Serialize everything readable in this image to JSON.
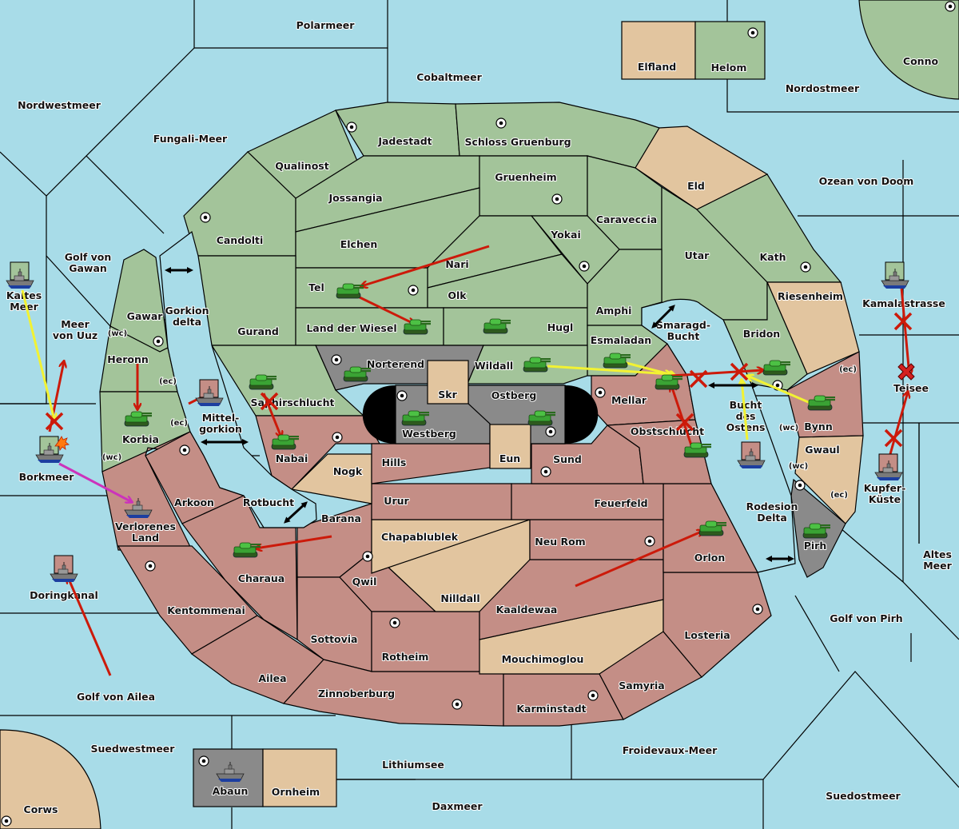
{
  "map": {
    "colors": {
      "sea": "#a8dce8",
      "green_power": "#a3c49a",
      "red_power": "#c48e86",
      "neutral": "#e2c59f",
      "grey_power": "#8a8a8a",
      "order_move": "#cc1a0a",
      "order_support": "#f2f233",
      "order_convoy": "#cc33bb",
      "impassable": "#000000"
    },
    "seas": [
      {
        "id": "polarmeer",
        "label": "Polarmeer"
      },
      {
        "id": "cobaltmeer",
        "label": "Cobaltmeer"
      },
      {
        "id": "nordwestmeer",
        "label": "Nordwestmeer"
      },
      {
        "id": "fungali-meer",
        "label": "Fungali-Meer"
      },
      {
        "id": "nordostmeer",
        "label": "Nordostmeer"
      },
      {
        "id": "ozean-von-doom",
        "label": "Ozean von Doom"
      },
      {
        "id": "golf-von-gawan",
        "label": "Golf von Gawan"
      },
      {
        "id": "gorkion-delta",
        "label": "Gorkion delta"
      },
      {
        "id": "kaltes-meer",
        "label": "Kaltes Meer"
      },
      {
        "id": "meer-von-uuz",
        "label": "Meer von Uuz"
      },
      {
        "id": "borkmeer",
        "label": "Borkmeer"
      },
      {
        "id": "mittel-gorkion",
        "label": "Mittel-gorkion"
      },
      {
        "id": "rotbucht",
        "label": "Rotbucht"
      },
      {
        "id": "doringkanal",
        "label": "Doringkanal"
      },
      {
        "id": "golf-von-ailea",
        "label": "Golf von Ailea"
      },
      {
        "id": "suedwestmeer",
        "label": "Suedwestmeer"
      },
      {
        "id": "lithiumsee",
        "label": "Lithiumsee"
      },
      {
        "id": "daxmeer",
        "label": "Daxmeer"
      },
      {
        "id": "froidevaux-meer",
        "label": "Froidevaux-Meer"
      },
      {
        "id": "suedostmeer",
        "label": "Suedostmeer"
      },
      {
        "id": "golf-von-pirh",
        "label": "Golf von Pirh"
      },
      {
        "id": "altes-meer",
        "label": "Altes Meer"
      },
      {
        "id": "kupfer-kueste",
        "label": "Kupfer-Küste"
      },
      {
        "id": "teisee",
        "label": "Teisee"
      },
      {
        "id": "kamalastrasse",
        "label": "Kamalastrasse"
      },
      {
        "id": "rodesion-delta",
        "label": "Rodesion Delta"
      },
      {
        "id": "bucht-des-ostens",
        "label": "Bucht des Ostens"
      },
      {
        "id": "smaragd-bucht",
        "label": "Smaragd-Bucht"
      }
    ],
    "territories": [
      {
        "id": "elfland",
        "label": "Elfland",
        "owner": "neutral"
      },
      {
        "id": "helom",
        "label": "Helom",
        "owner": "green",
        "supply_center": true
      },
      {
        "id": "conno",
        "label": "Conno",
        "owner": "green",
        "supply_center": true
      },
      {
        "id": "corws",
        "label": "Corws",
        "owner": "neutral",
        "supply_center": true
      },
      {
        "id": "abaun",
        "label": "Abaun",
        "owner": "grey",
        "supply_center": true
      },
      {
        "id": "ornheim",
        "label": "Ornheim",
        "owner": "neutral"
      },
      {
        "id": "jadestadt",
        "label": "Jadestadt",
        "owner": "green",
        "supply_center": true
      },
      {
        "id": "schloss-gruenburg",
        "label": "Schloss Gruenburg",
        "owner": "green",
        "supply_center": true
      },
      {
        "id": "qualinost",
        "label": "Qualinost",
        "owner": "green"
      },
      {
        "id": "jossangia",
        "label": "Jossangia",
        "owner": "green"
      },
      {
        "id": "gruenheim",
        "label": "Gruenheim",
        "owner": "green",
        "supply_center": true
      },
      {
        "id": "eld",
        "label": "Eld",
        "owner": "neutral"
      },
      {
        "id": "candolti",
        "label": "Candolti",
        "owner": "green",
        "supply_center": true
      },
      {
        "id": "elchen",
        "label": "Elchen",
        "owner": "green"
      },
      {
        "id": "caraveccia",
        "label": "Caraveccia",
        "owner": "green"
      },
      {
        "id": "yokai",
        "label": "Yokai",
        "owner": "green",
        "supply_center": true
      },
      {
        "id": "nari",
        "label": "Nari",
        "owner": "green"
      },
      {
        "id": "utar",
        "label": "Utar",
        "owner": "green"
      },
      {
        "id": "kath",
        "label": "Kath",
        "owner": "green",
        "supply_center": true
      },
      {
        "id": "tel",
        "label": "Tel",
        "owner": "green",
        "supply_center": true
      },
      {
        "id": "olk",
        "label": "Olk",
        "owner": "green"
      },
      {
        "id": "gurand",
        "label": "Gurand",
        "owner": "green"
      },
      {
        "id": "land-der-wiesel",
        "label": "Land der Wiesel",
        "owner": "green"
      },
      {
        "id": "hugl",
        "label": "Hugl",
        "owner": "green"
      },
      {
        "id": "amphi",
        "label": "Amphi",
        "owner": "green"
      },
      {
        "id": "riesenheim",
        "label": "Riesenheim",
        "owner": "neutral"
      },
      {
        "id": "bridon",
        "label": "Bridon",
        "owner": "green",
        "supply_center": true
      },
      {
        "id": "esmaladan",
        "label": "Esmaladan",
        "owner": "green"
      },
      {
        "id": "gawar",
        "label": "Gawar",
        "owner": "green",
        "supply_center": true,
        "coasts": [
          "wc"
        ]
      },
      {
        "id": "heronn",
        "label": "Heronn",
        "owner": "green",
        "coasts": [
          "ec"
        ]
      },
      {
        "id": "korbia",
        "label": "Korbia",
        "owner": "green",
        "coasts": [
          "ec",
          "wc"
        ]
      },
      {
        "id": "norterend",
        "label": "Norterend",
        "owner": "grey",
        "supply_center": true
      },
      {
        "id": "wildall",
        "label": "Wildall",
        "owner": "green"
      },
      {
        "id": "saphirschlucht",
        "label": "Saphirschlucht",
        "owner": "green"
      },
      {
        "id": "skr",
        "label": "Skr",
        "owner": "neutral"
      },
      {
        "id": "westberg",
        "label": "Westberg",
        "owner": "grey",
        "supply_center": true
      },
      {
        "id": "ostberg",
        "label": "Ostberg",
        "owner": "grey",
        "supply_center": true
      },
      {
        "id": "mellar",
        "label": "Mellar",
        "owner": "red",
        "supply_center": true
      },
      {
        "id": "obstschlucht",
        "label": "Obstschlucht",
        "owner": "red"
      },
      {
        "id": "bynn",
        "label": "Bynn",
        "owner": "red",
        "coasts": [
          "ec",
          "wc"
        ]
      },
      {
        "id": "gwaul",
        "label": "Gwaul",
        "owner": "neutral",
        "coasts": [
          "wc",
          "ec"
        ]
      },
      {
        "id": "pirh",
        "label": "Pirh",
        "owner": "grey",
        "supply_center": true
      },
      {
        "id": "nabai",
        "label": "Nabai",
        "owner": "red",
        "supply_center": true
      },
      {
        "id": "hills",
        "label": "Hills",
        "owner": "red"
      },
      {
        "id": "eun",
        "label": "Eun",
        "owner": "neutral"
      },
      {
        "id": "sund",
        "label": "Sund",
        "owner": "red",
        "supply_center": true
      },
      {
        "id": "nogk",
        "label": "Nogk",
        "owner": "neutral"
      },
      {
        "id": "arkoon",
        "label": "Arkoon",
        "owner": "red",
        "supply_center": true
      },
      {
        "id": "verlorenes-land",
        "label": "Verlorenes Land",
        "owner": "red"
      },
      {
        "id": "urur",
        "label": "Urur",
        "owner": "red"
      },
      {
        "id": "feuerfeld",
        "label": "Feuerfeld",
        "owner": "red"
      },
      {
        "id": "barana",
        "label": "Barana",
        "owner": "red"
      },
      {
        "id": "chapablublek",
        "label": "Chapablublek",
        "owner": "neutral"
      },
      {
        "id": "neu-rom",
        "label": "Neu Rom",
        "owner": "red",
        "supply_center": true
      },
      {
        "id": "orlon",
        "label": "Orlon",
        "owner": "red"
      },
      {
        "id": "charaua",
        "label": "Charaua",
        "owner": "red"
      },
      {
        "id": "qwil",
        "label": "Qwil",
        "owner": "red",
        "supply_center": true
      },
      {
        "id": "nilldall",
        "label": "Nilldall",
        "owner": "neutral"
      },
      {
        "id": "kentommenai",
        "label": "Kentommenai",
        "owner": "red",
        "supply_center": true
      },
      {
        "id": "kaaldewaa",
        "label": "Kaaldewaa",
        "owner": "red"
      },
      {
        "id": "losteria",
        "label": "Losteria",
        "owner": "red",
        "supply_center": true
      },
      {
        "id": "sottovia",
        "label": "Sottovia",
        "owner": "red"
      },
      {
        "id": "rotheim",
        "label": "Rotheim",
        "owner": "red",
        "supply_center": true
      },
      {
        "id": "mouchimoglou",
        "label": "Mouchimoglou",
        "owner": "neutral"
      },
      {
        "id": "ailea",
        "label": "Ailea",
        "owner": "red"
      },
      {
        "id": "samyria",
        "label": "Samyria",
        "owner": "red"
      },
      {
        "id": "zinnoberburg",
        "label": "Zinnoberburg",
        "owner": "red",
        "supply_center": true
      },
      {
        "id": "karminstadt",
        "label": "Karminstadt",
        "owner": "red",
        "supply_center": true
      }
    ],
    "units": [
      {
        "type": "fleet",
        "power": "green",
        "location": "Kaltes Meer"
      },
      {
        "type": "fleet",
        "power": "green",
        "location": "Borkmeer",
        "dislodged": true
      },
      {
        "type": "fleet",
        "power": "red",
        "location": "Mittel-gorkion"
      },
      {
        "type": "fleet",
        "power": "red",
        "location": "Doringkanal"
      },
      {
        "type": "fleet",
        "power": "red",
        "location": "Verlorenes Land"
      },
      {
        "type": "fleet",
        "power": "grey",
        "location": "Abaun"
      },
      {
        "type": "fleet",
        "power": "green",
        "location": "Kamalastrasse"
      },
      {
        "type": "fleet",
        "power": "red",
        "location": "Kupfer-Küste"
      },
      {
        "type": "fleet",
        "power": "red",
        "location": "Bucht des Ostens"
      },
      {
        "type": "army",
        "power": "green",
        "location": "Korbia"
      },
      {
        "type": "army",
        "power": "green",
        "location": "Tel"
      },
      {
        "type": "army",
        "power": "green",
        "location": "Land der Wiesel"
      },
      {
        "type": "army",
        "power": "green",
        "location": "Hugl"
      },
      {
        "type": "army",
        "power": "green",
        "location": "Norterend"
      },
      {
        "type": "army",
        "power": "green",
        "location": "Saphirschlucht"
      },
      {
        "type": "army",
        "power": "green",
        "location": "Nabai"
      },
      {
        "type": "army",
        "power": "green",
        "location": "Westberg"
      },
      {
        "type": "army",
        "power": "green",
        "location": "Ostberg"
      },
      {
        "type": "army",
        "power": "green",
        "location": "Wildall"
      },
      {
        "type": "army",
        "power": "green",
        "location": "Esmaladan"
      },
      {
        "type": "army",
        "power": "green",
        "location": "Mellar"
      },
      {
        "type": "army",
        "power": "green",
        "location": "Bridon"
      },
      {
        "type": "army",
        "power": "green",
        "location": "Bynn"
      },
      {
        "type": "army",
        "power": "green",
        "location": "Obstschlucht"
      },
      {
        "type": "army",
        "power": "green",
        "location": "Orlon"
      },
      {
        "type": "army",
        "power": "green",
        "location": "Charaua"
      },
      {
        "type": "army",
        "power": "green",
        "location": "Pirh"
      }
    ],
    "orders": [
      {
        "kind": "move",
        "from": "Nari",
        "to": "Tel"
      },
      {
        "kind": "move",
        "from": "Tel",
        "to": "Land der Wiesel"
      },
      {
        "kind": "move",
        "from": "Heronn",
        "to": "Korbia"
      },
      {
        "kind": "move",
        "from": "Korbia",
        "to": "Mittel-gorkion"
      },
      {
        "kind": "move",
        "from": "Saphirschlucht",
        "to": "Nabai"
      },
      {
        "kind": "move",
        "from": "Barana",
        "to": "Charaua"
      },
      {
        "kind": "move",
        "from": "Kaaldewaa",
        "to": "Orlon"
      },
      {
        "kind": "move",
        "from": "Golf von Ailea",
        "to": "Doringkanal"
      },
      {
        "kind": "move",
        "from": "Borkmeer",
        "to": "Meer von Uuz",
        "failed": true
      },
      {
        "kind": "support",
        "from": "Kaltes Meer",
        "to": "Borkmeer"
      },
      {
        "kind": "convoy",
        "from": "Borkmeer",
        "to": "Verlorenes Land"
      },
      {
        "kind": "support",
        "from": "Wildall",
        "to": "Mellar"
      },
      {
        "kind": "support",
        "from": "Esmaladan",
        "to": "Mellar"
      },
      {
        "kind": "move",
        "from": "Mellar",
        "to": "Bridon",
        "failed": true
      },
      {
        "kind": "move",
        "from": "Obstschlucht",
        "to": "Mellar",
        "failed": true
      },
      {
        "kind": "support",
        "from": "Bynn",
        "to": "Bridon"
      },
      {
        "kind": "support",
        "from": "Bucht des Ostens",
        "to": "Bridon"
      },
      {
        "kind": "move",
        "from": "Kamalastrasse",
        "to": "Teisee",
        "failed": true
      },
      {
        "kind": "move",
        "from": "Kupfer-Küste",
        "to": "Teisee",
        "failed": true
      }
    ],
    "special_markers": [
      {
        "kind": "bounce",
        "location": "Teisee"
      },
      {
        "kind": "retreat-explosion",
        "location": "Borkmeer"
      }
    ]
  }
}
